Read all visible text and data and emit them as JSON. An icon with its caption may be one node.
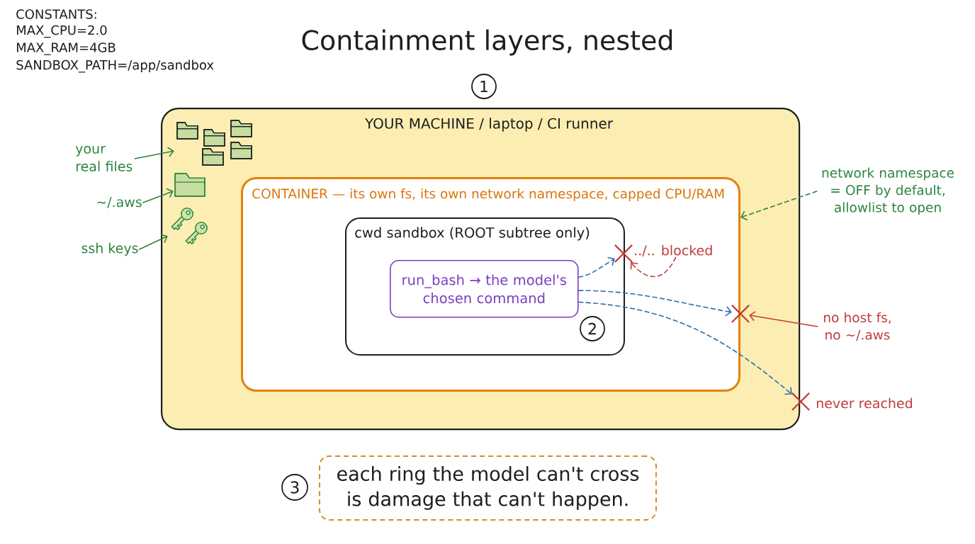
{
  "diagram": {
    "title": "Containment layers, nested",
    "nodes": [
      {
        "text": [
          "1"
        ]
      },
      {
        "text": [
          "YOUR MACHINE / laptop / CI runner"
        ]
      },
      {
        "text": [],
        "shape": "picture",
        "in": 1
      },
      {
        "text": [],
        "shape": "picture",
        "in": 1
      },
      {
        "text": [],
        "shape": "picture",
        "in": 1
      },
      {
        "text": [
          "CONTAINER — its own fs, its own network namespace, capped CPU/RAM"
        ],
        "in": 1
      },
      {
        "text": [
          "cwd sandbox (ROOT subtree only)"
        ],
        "in": 5
      },
      {
        "text": [
          "run_bash → the model's chosen command"
        ],
        "in": 6
      },
      {
        "text": [
          "2"
        ],
        "in": 6
      },
      {
        "text": [
          "your real files"
        ]
      },
      {
        "text": [
          "~/.aws"
        ]
      },
      {
        "text": [
          "ssh keys"
        ]
      },
      {
        "text": [
          "network namespace = OFF by default, allowlist to open"
        ]
      },
      {
        "text": [],
        "shape": "cross",
        "in": 5
      },
      {
        "text": [
          "../.. blocked"
        ],
        "in": 5
      },
      {
        "text": [],
        "shape": "cross",
        "in": 1
      },
      {
        "text": [
          "no host fs, no ~/.aws"
        ]
      },
      {
        "text": [],
        "shape": "cross",
        "beside": [
          "never reached"
        ]
      },
      {
        "text": [
          "3"
        ]
      },
      {
        "text": [
          "each ring the model can't cross is damage that can't happen."
        ]
      }
    ],
    "edges": [
      {
        "from": 9,
        "to": 2,
        "arrow": "to"
      },
      {
        "from": 10,
        "to": 3,
        "arrow": "to"
      },
      {
        "from": 11,
        "to": 4,
        "arrow": "to"
      },
      {
        "from": 12,
        "to": 5,
        "arrow": "to",
        "style": "dashed"
      },
      {
        "from": 7,
        "to": 13,
        "arrow": "to",
        "style": "dashed",
        "color": "#2d6db3"
      },
      {
        "from": 7,
        "to": 15,
        "arrow": "to",
        "style": "dashed",
        "color": "#2d6db3"
      },
      {
        "from": 7,
        "to": 17,
        "arrow": "to",
        "style": "dashed",
        "color": "#2d6db3"
      },
      {
        "from": 14,
        "to": 13,
        "arrow": "to",
        "style": "dashed",
        "color": "#c23b3b"
      },
      {
        "from": 16,
        "to": 15,
        "arrow": "to",
        "color": "#c23b3b"
      }
    ],
    "labels": [
      "CONSTANTS:",
      "MAX_CPU=2.0",
      "MAX_RAM=4GB",
      "SANDBOX_PATH=/app/sandbox"
    ]
  }
}
